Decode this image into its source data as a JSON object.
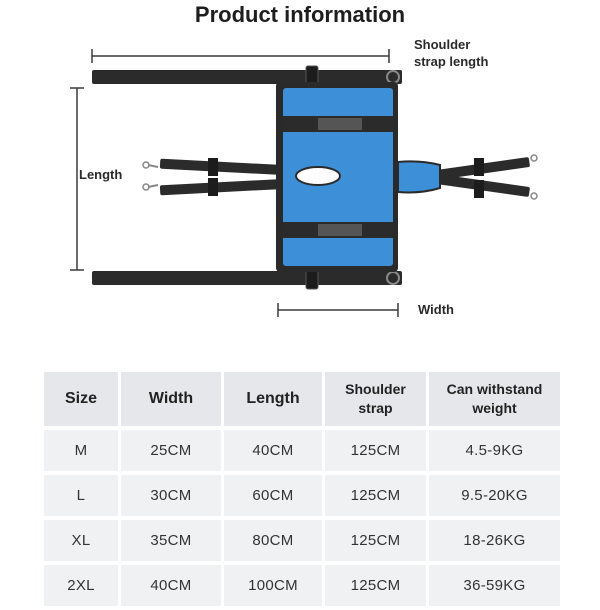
{
  "title": "Product information",
  "labels": {
    "shoulder_line1": "Shoulder",
    "shoulder_line2": "strap length",
    "length": "Length",
    "width": "Width"
  },
  "colors": {
    "pad_blue": "#3d8fd8",
    "strap": "#2b2b2b",
    "dimension_line": "#3a3a3a",
    "table_bg": "#f0f1f3"
  },
  "table": {
    "headers": [
      "Size",
      "Width",
      "Length",
      "Shoulder strap",
      "Can withstand weight"
    ],
    "header_lines": [
      [
        "Size"
      ],
      [
        "Width"
      ],
      [
        "Length"
      ],
      [
        "Shoulder",
        "strap"
      ],
      [
        "Can withstand",
        "weight"
      ]
    ],
    "rows": [
      [
        "M",
        "25CM",
        "40CM",
        "125CM",
        "4.5-9KG"
      ],
      [
        "L",
        "30CM",
        "60CM",
        "125CM",
        "9.5-20KG"
      ],
      [
        "XL",
        "35CM",
        "80CM",
        "125CM",
        "18-26KG"
      ],
      [
        "2XL",
        "40CM",
        "100CM",
        "125CM",
        "36-59KG"
      ]
    ]
  }
}
